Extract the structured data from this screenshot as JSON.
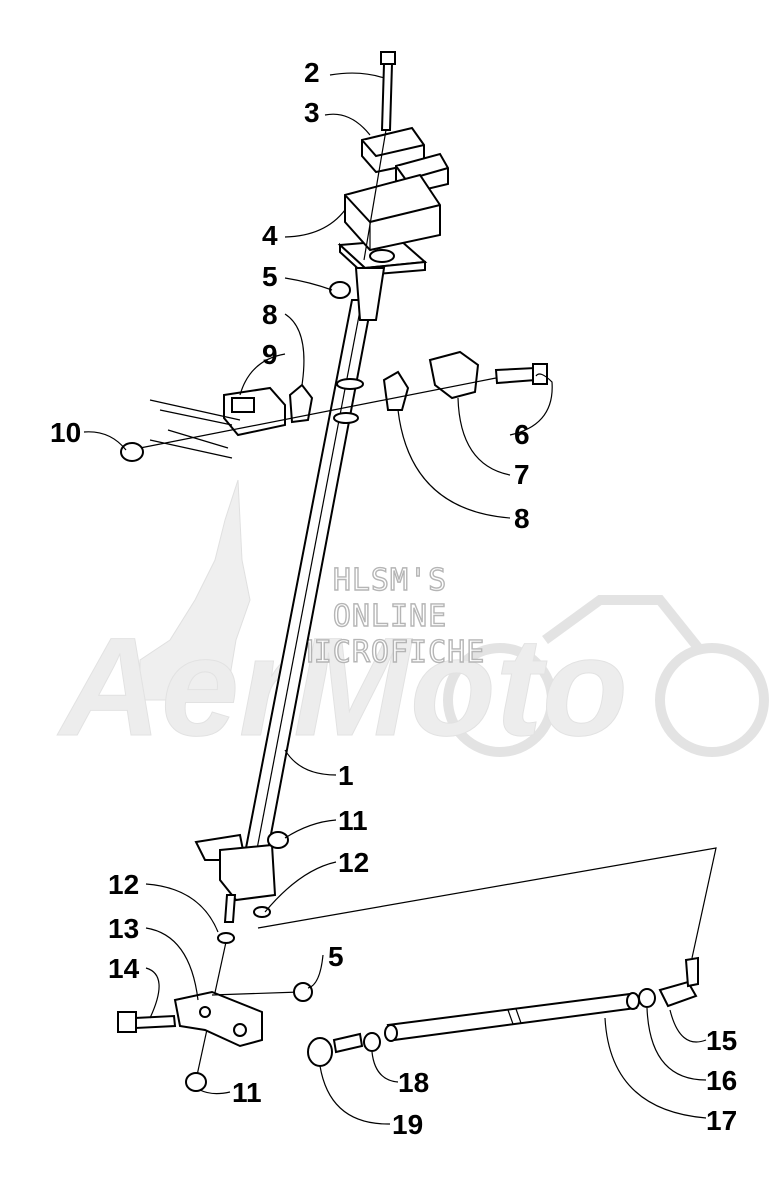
{
  "callouts": {
    "c1": "1",
    "c2": "2",
    "c3": "3",
    "c4": "4",
    "c5a": "5",
    "c5b": "5",
    "c6": "6",
    "c7": "7",
    "c8a": "8",
    "c8b": "8",
    "c9": "9",
    "c10": "10",
    "c11a": "11",
    "c11b": "11",
    "c12a": "12",
    "c12b": "12",
    "c13": "13",
    "c14": "14",
    "c15": "15",
    "c16": "16",
    "c17": "17",
    "c18": "18",
    "c19": "19"
  },
  "watermark": {
    "line1": "HLSM'S",
    "line2": "ONLINE",
    "line3": "MICROFICHE",
    "logo": "AerMoto"
  },
  "colors": {
    "ink": "#000000",
    "watermark": "#e6e6e6"
  }
}
